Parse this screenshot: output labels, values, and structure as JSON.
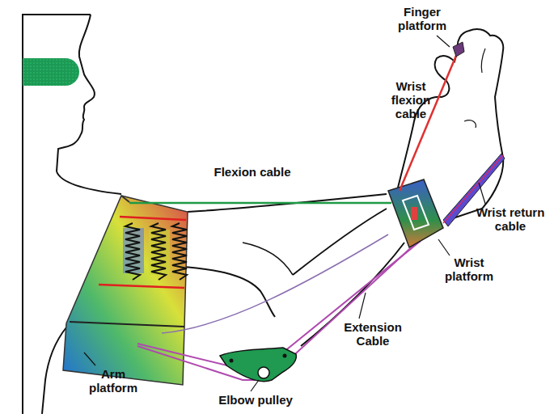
{
  "diagram": {
    "labels": [
      "Finger platform",
      "Wrist flexion cable",
      "Flexion cable",
      "Wrist return cable",
      "Wrist platform",
      "Extension Cable",
      "Arm platform",
      "Elbow pulley"
    ]
  }
}
